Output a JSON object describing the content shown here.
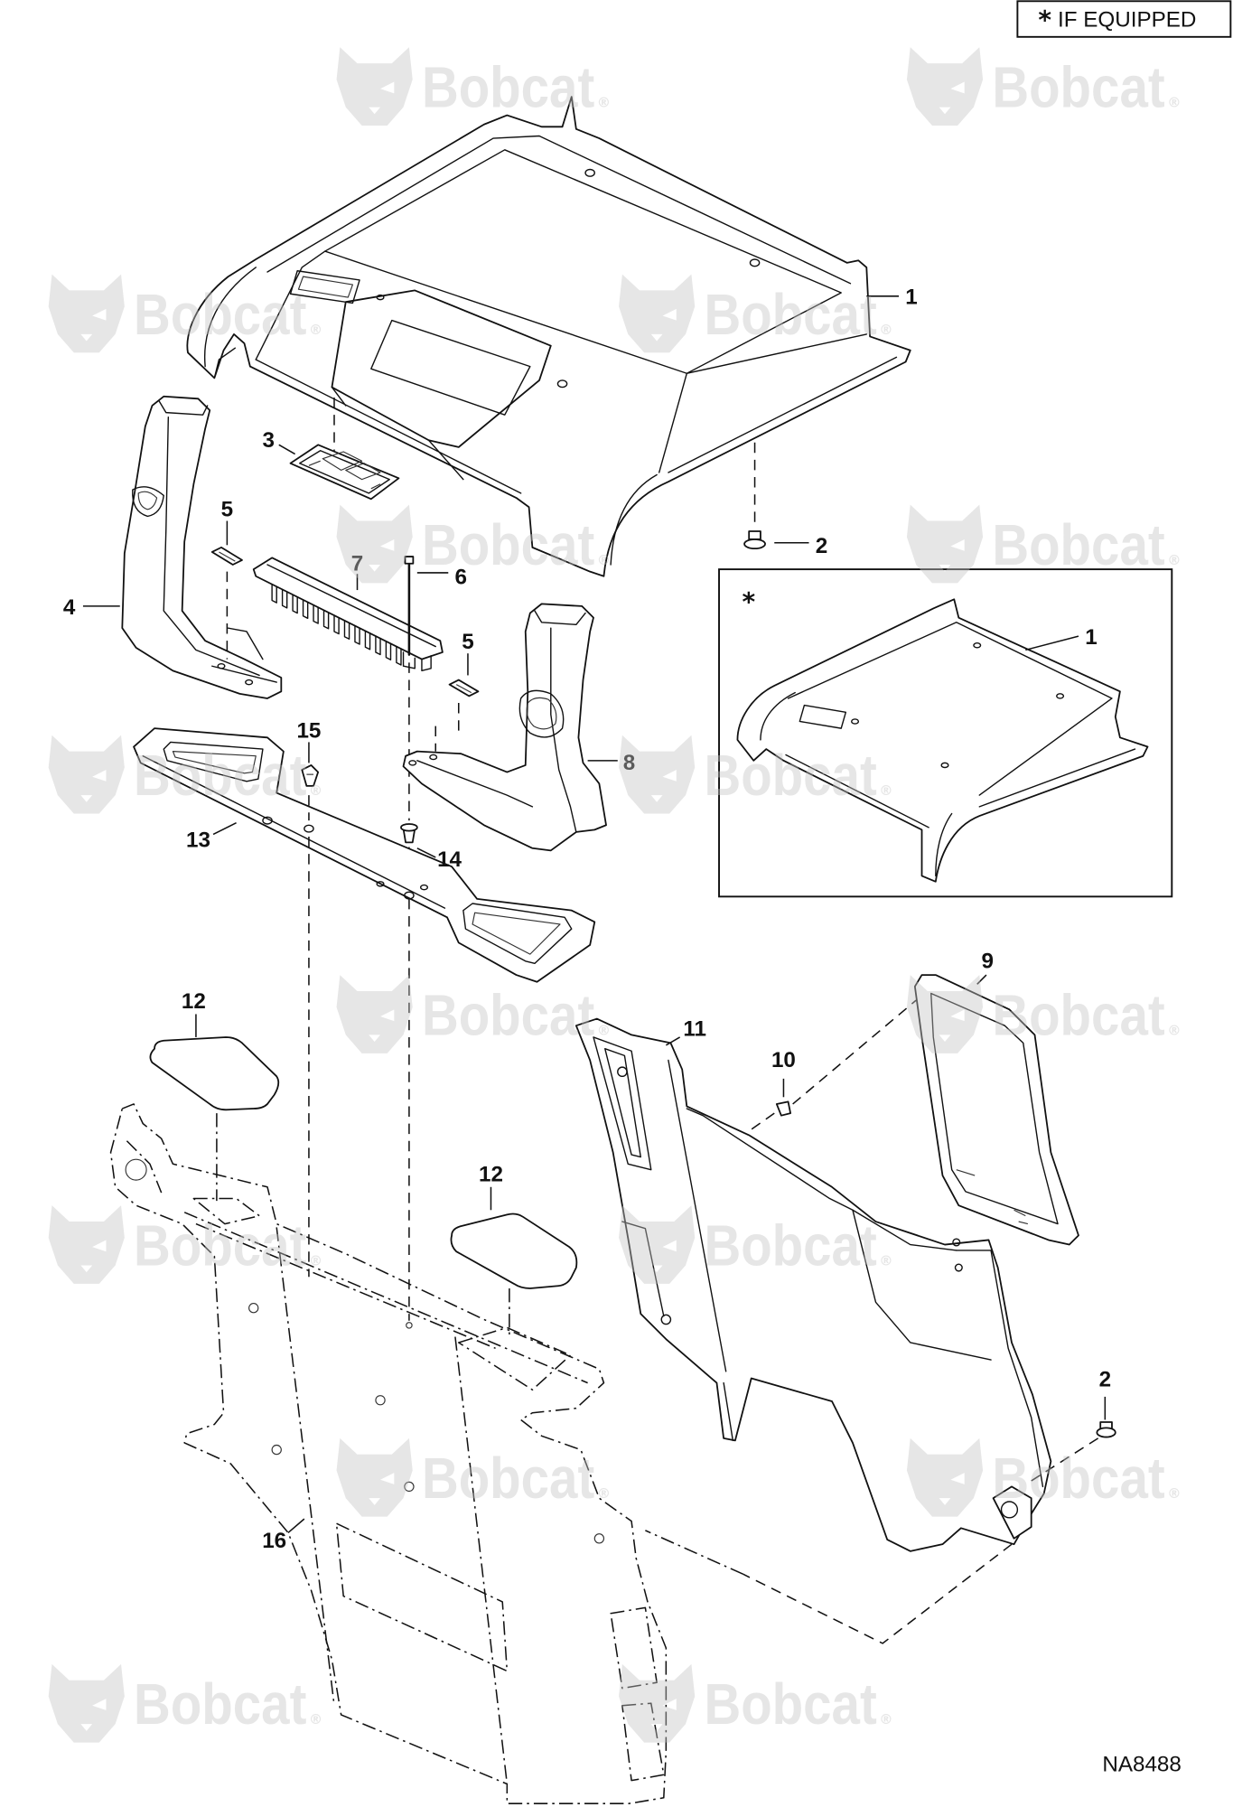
{
  "header_note": {
    "asterisk": "*",
    "text": "IF EQUIPPED"
  },
  "callouts": [
    "1",
    "2",
    "3",
    "5",
    "4",
    "7",
    "6",
    "5",
    "8",
    "15",
    "13",
    "14",
    "12",
    "11",
    "9",
    "10",
    "12",
    "2",
    "16"
  ],
  "inset": {
    "asterisk": "*",
    "callout": "1"
  },
  "drawing_number": "NA8488",
  "watermark": {
    "text": "Bobcat",
    "mark": "®"
  }
}
